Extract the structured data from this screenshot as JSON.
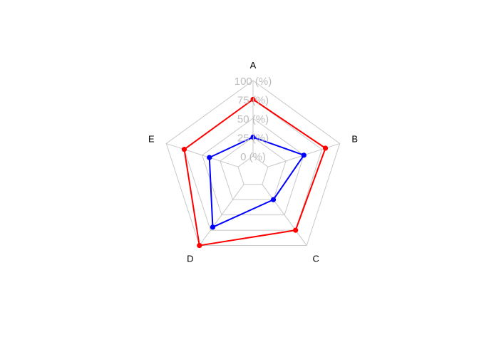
{
  "chart_data": {
    "type": "radar",
    "axes": [
      "A",
      "B",
      "C",
      "D",
      "E"
    ],
    "range": [
      0,
      100
    ],
    "tick_labels": [
      "0 (%)",
      "25 (%)",
      "50 (%)",
      "75 (%)",
      "100 (%)"
    ],
    "tick_values": [
      0,
      25,
      50,
      75,
      100
    ],
    "grid": true,
    "grid_color": "#c8c8c8",
    "series": [
      {
        "color": "#ff0000",
        "values": [
          75,
          80,
          75,
          100,
          75
        ]
      },
      {
        "color": "#0000ff",
        "values": [
          25,
          50,
          25,
          70,
          40
        ]
      }
    ]
  }
}
